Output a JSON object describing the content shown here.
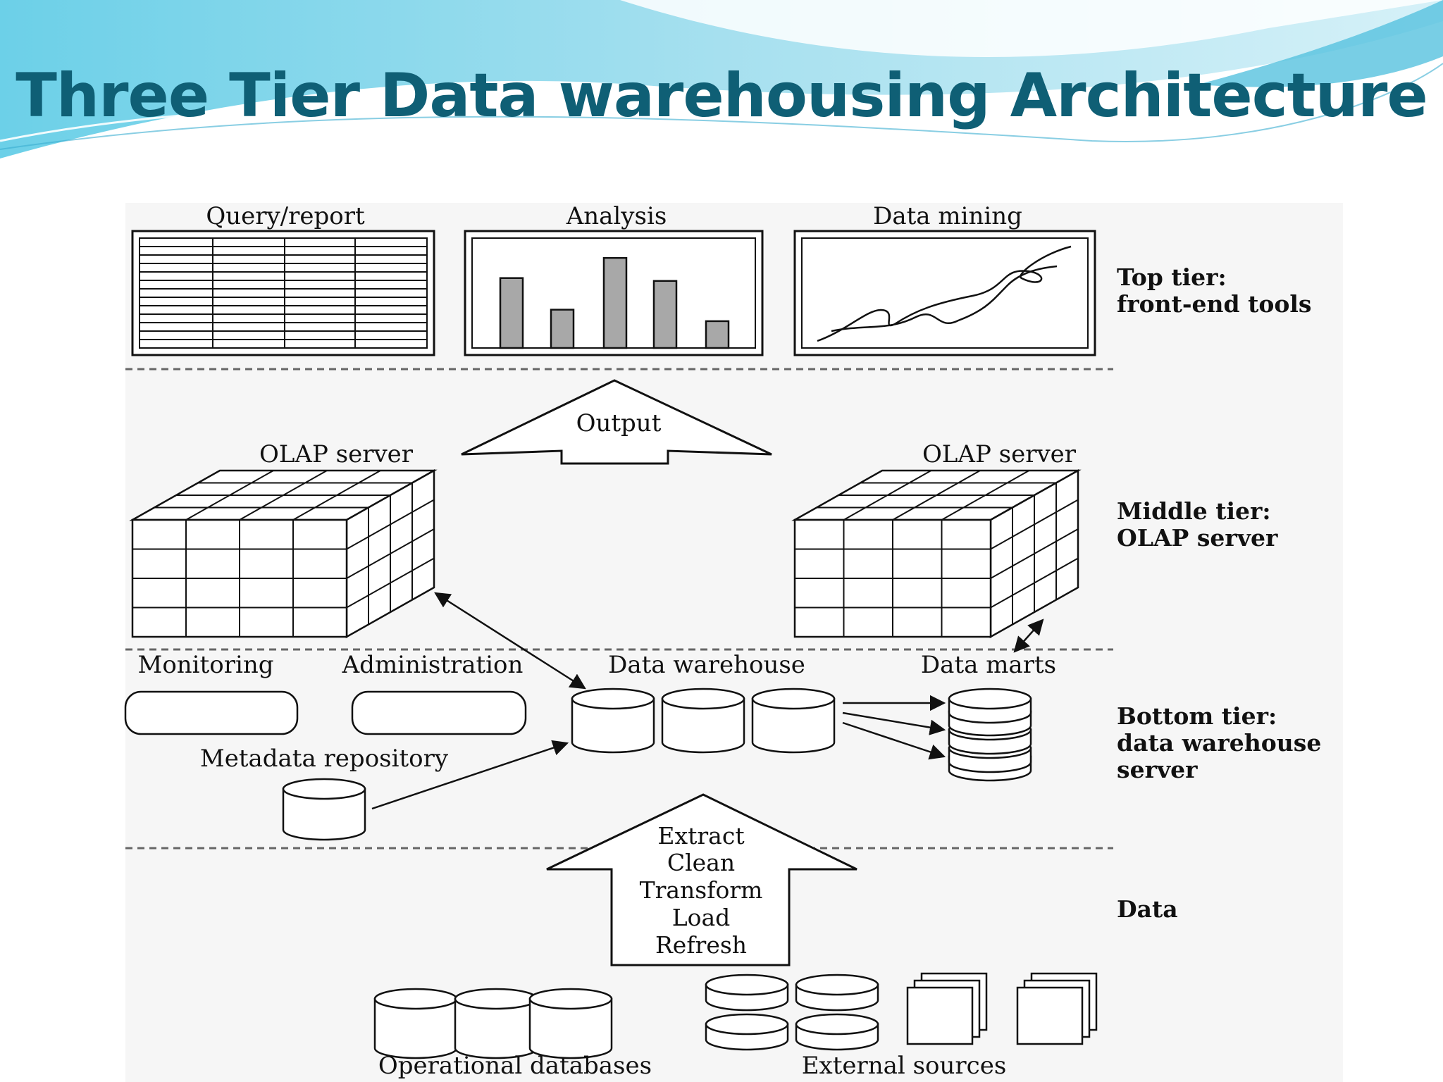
{
  "title": "Three Tier Data warehousing Architecture",
  "colors": {
    "title": "#0f5f75",
    "accent_light": "#bfe9f4",
    "accent_mid": "#56c2de",
    "bar_fill": "#a8a8a8",
    "panel_bg": "#f6f6f6"
  },
  "top_tools": {
    "query_report": "Query/report",
    "analysis": "Analysis",
    "data_mining": "Data mining",
    "analysis_bar_levels": [
      0.73,
      0.4,
      0.94,
      0.7,
      0.28
    ]
  },
  "middle": {
    "output": "Output",
    "olap_left": "OLAP server",
    "olap_right": "OLAP server"
  },
  "bottom": {
    "monitoring": "Monitoring",
    "administration": "Administration",
    "data_warehouse": "Data warehouse",
    "data_marts": "Data marts",
    "metadata_repository": "Metadata repository"
  },
  "etl_steps": [
    "Extract",
    "Clean",
    "Transform",
    "Load",
    "Refresh"
  ],
  "sources": {
    "operational": "Operational databases",
    "external": "External sources"
  },
  "tiers": {
    "top_1": "Top tier:",
    "top_2": "front-end tools",
    "middle_1": "Middle tier:",
    "middle_2": "OLAP server",
    "bottom_1": "Bottom tier:",
    "bottom_2": "data warehouse",
    "bottom_3": "server",
    "data": "Data"
  }
}
